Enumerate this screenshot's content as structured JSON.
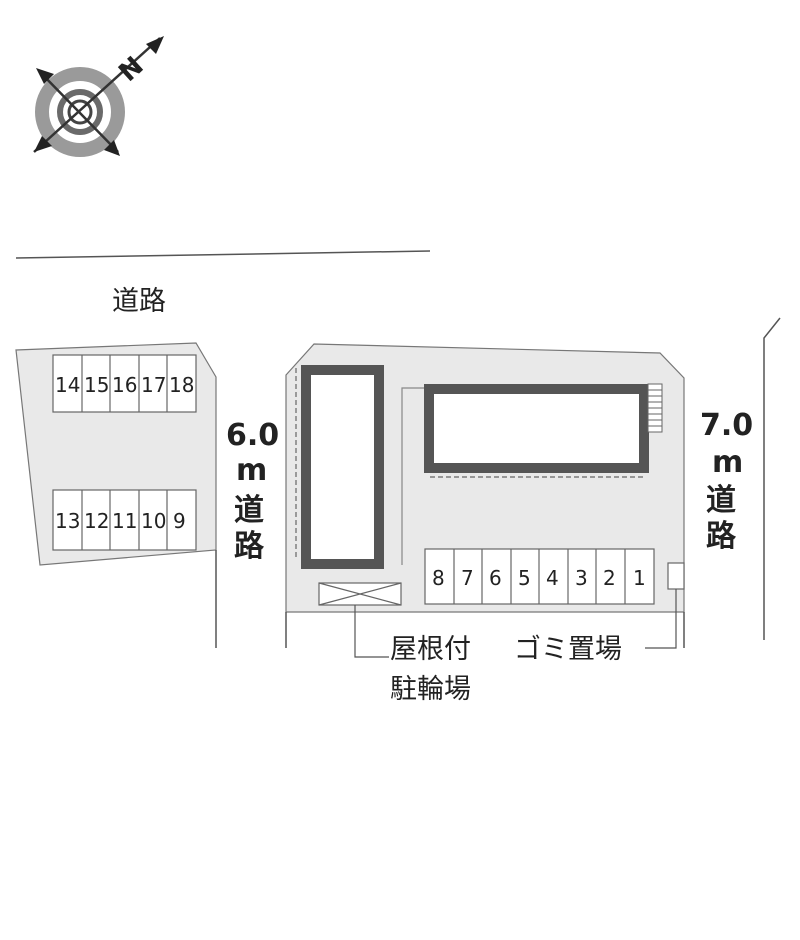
{
  "compass": {
    "north_label": "N",
    "icon": "north-arrow-compass"
  },
  "roads": {
    "top": "道路",
    "west_width": "6.0",
    "west_unit": "m",
    "west_label": [
      "道",
      "路"
    ],
    "east_width": "7.0",
    "east_unit": "m",
    "east_label": [
      "道",
      "路"
    ]
  },
  "parking_lot_west": {
    "top_row": [
      "14",
      "15",
      "16",
      "17",
      "18"
    ],
    "bottom_row": [
      "13",
      "12",
      "11",
      "10",
      "9"
    ]
  },
  "parking_lot_main": {
    "row": [
      "8",
      "7",
      "6",
      "5",
      "4",
      "3",
      "2",
      "1"
    ]
  },
  "facilities": {
    "bicycle_parking": [
      "屋根付",
      "駐輪場"
    ],
    "garbage": "ゴミ置場"
  },
  "colors": {
    "lot_fill": "#e9e9e9",
    "building": "#555555",
    "line": "#444444"
  }
}
